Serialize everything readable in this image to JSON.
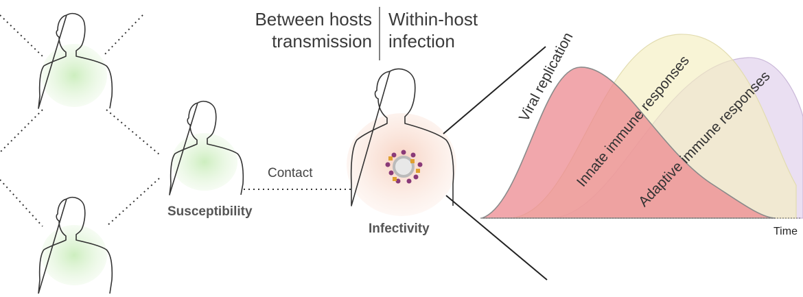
{
  "header": {
    "left_line1": "Between hosts",
    "left_line2": "transmission",
    "right_line1": "Within-host",
    "right_line2": "infection"
  },
  "labels": {
    "contact": "Contact",
    "susceptibility": "Susceptibility",
    "infectivity": "Infectivity"
  },
  "curves": [
    {
      "name": "Viral replication",
      "color": "#e8707a"
    },
    {
      "name": "Innate immune responses",
      "color": "#f1e9a6"
    },
    {
      "name": "Adaptive immune responses",
      "color": "#d9c6e6"
    }
  ],
  "axis": {
    "x_label": "Time"
  },
  "colors": {
    "body_fill_green": "#dff2d6",
    "body_fill_pink": "#fbe6db",
    "outline": "#333333"
  }
}
